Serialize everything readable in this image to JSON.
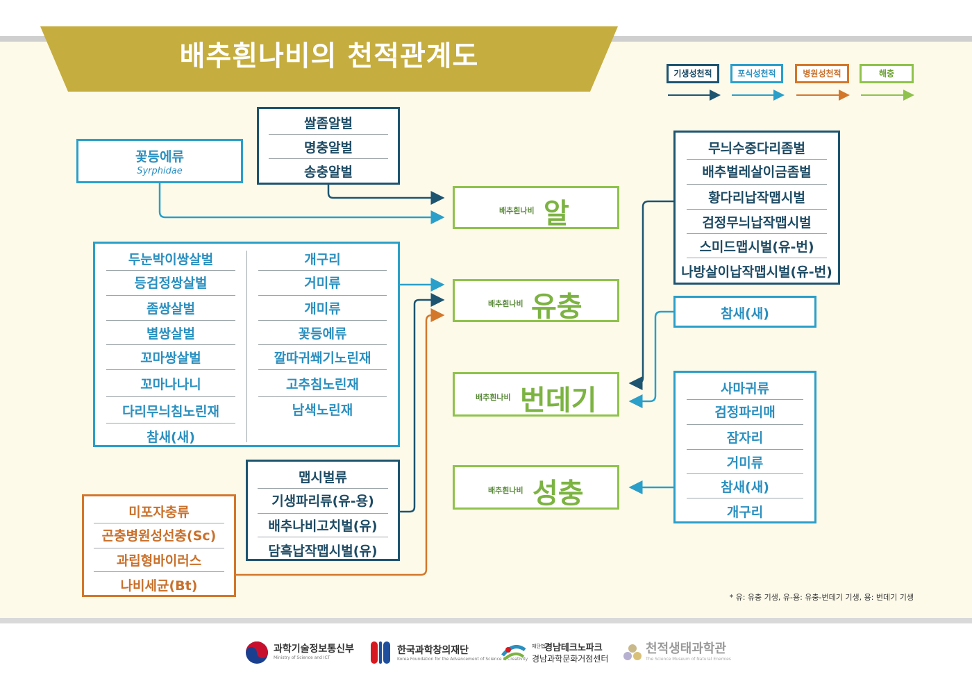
{
  "title": "배추흰나비의 천적관계도",
  "legend": [
    {
      "label": "기생성천적",
      "color": "#1d5470"
    },
    {
      "label": "포식성천적",
      "color": "#2a9fc9"
    },
    {
      "label": "병원성천적",
      "color": "#d3772b"
    },
    {
      "label": "해충",
      "color": "#8fc24b"
    }
  ],
  "stages": [
    {
      "prefix": "배추흰나비",
      "name": "알"
    },
    {
      "prefix": "배추흰나비",
      "name": "유충"
    },
    {
      "prefix": "배추흰나비",
      "name": "번데기"
    },
    {
      "prefix": "배추흰나비",
      "name": "성충"
    }
  ],
  "syrphidae_box": {
    "name": "꽃등에류",
    "latin": "Syrphidae"
  },
  "egg_parasitoids": [
    "쌀좀알벌",
    "명충알벌",
    "송충알벌"
  ],
  "larva_predators_left": [
    "두눈박이쌍살벌",
    "등검정쌍살벌",
    "좀쌍살벌",
    "별쌍살벌",
    "꼬마쌍살벌",
    "꼬마나나니",
    "다리무늬침노린재",
    "참새(새)"
  ],
  "larva_predators_right": [
    "개구리",
    "거미류",
    "개미류",
    "꽃등에류",
    "깔따귀쐐기노린재",
    "고추침노린재",
    "남색노린재"
  ],
  "larva_parasitoids": [
    "맵시벌류",
    "기생파리류(유-용)",
    "배추나비고치벌(유)",
    "담흑납작맵시벌(유)"
  ],
  "pathogens": [
    "미포자충류",
    "곤충병원성선충(Sc)",
    "과립형바이러스",
    "나비세균(Bt)"
  ],
  "pupa_parasitoids": [
    "무늬수중다리좀벌",
    "배추벌레살이금좀벌",
    "황다리납작맵시벌",
    "검정무늬납작맵시벌",
    "스미드맵시벌(유-번)",
    "나방살이납작맵시벌(유-번)"
  ],
  "pupa_predator": "참새(새)",
  "adult_predators": [
    "사마귀류",
    "검정파리매",
    "잠자리",
    "거미류",
    "참새(새)",
    "개구리"
  ],
  "note": "* 유: 유충 기생, 유-용: 유충-번데기 기생, 용: 번데기 기생",
  "logos": {
    "msit": "과학기술정보통신부",
    "msit_en": "Ministry of Science and ICT",
    "kofac": "한국과학창의재단",
    "kofac_en": "Korea Foundation for the Advancement of Science & Creativity",
    "gntp_prefix": "재단법인",
    "gntp": "경남테크노파크",
    "gntp_sub": "경남과학문화거점센터",
    "museum": "천적생태과학관",
    "museum_en": "The Science Museum of Natural Enemies"
  }
}
